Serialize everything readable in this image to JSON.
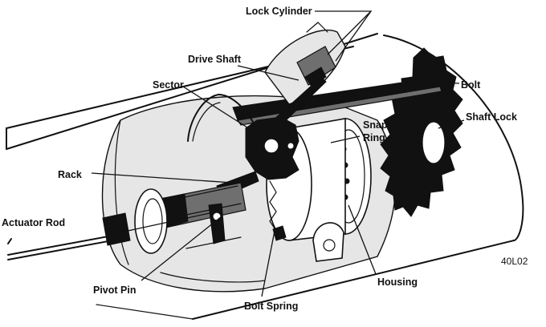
{
  "labels": {
    "lock_cylinder": "Lock Cylinder",
    "drive_shaft": "Drive Shaft",
    "sector": "Sector",
    "bolt": "Bolt",
    "snap_ring_line1": "Snap",
    "snap_ring_line2": "Ring",
    "shaft_lock": "Shaft Lock",
    "rack": "Rack",
    "actuator_rod": "Actuator Rod",
    "pivot_pin": "Pivot Pin",
    "bolt_spring": "Bolt Spring",
    "housing": "Housing"
  },
  "figure_code": "40L02"
}
